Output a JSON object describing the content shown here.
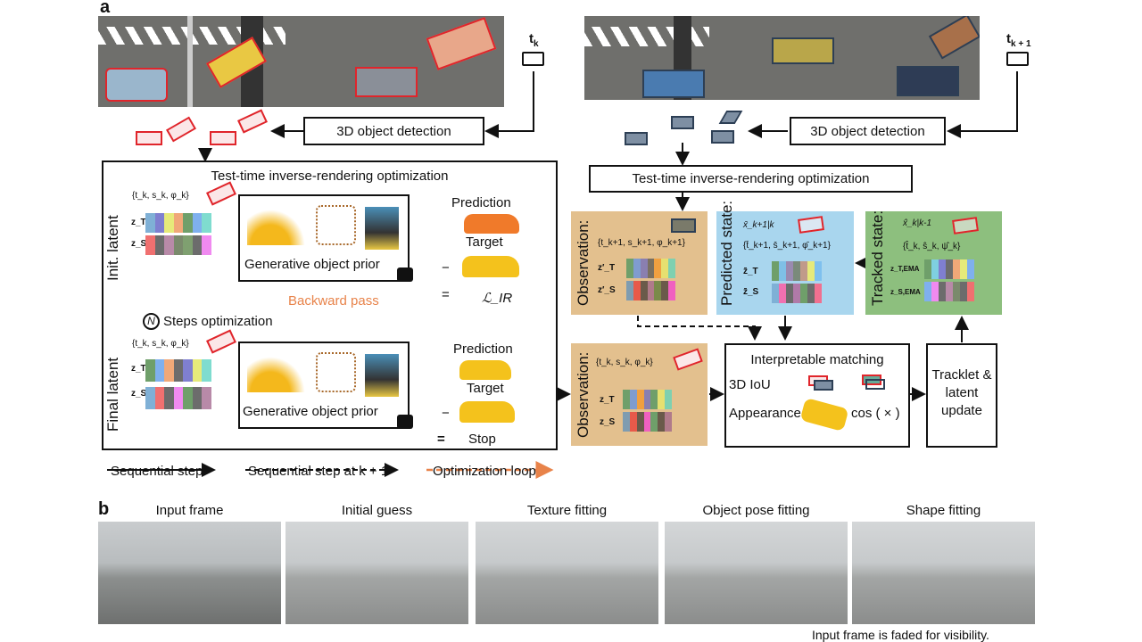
{
  "panel_a": {
    "label": "a",
    "left": {
      "time_label": "t",
      "time_sub": "k",
      "detection": "3D object detection",
      "opt_title": "Test-time inverse-rendering optimization",
      "init_latent": "Init. latent",
      "final_latent": "Final latent",
      "pose_set": "{t_k, s_k, φ_k}",
      "zT": "z_T",
      "zS": "z_S",
      "prior": "Generative object prior",
      "prediction": "Prediction",
      "target": "Target",
      "minus": "−",
      "equals": "=",
      "loss": "ℒ_IR",
      "stop": "Stop",
      "backward": "Backward pass",
      "n": "N",
      "steps": "Steps optimization",
      "init_zT_colors": [
        "#7fb0d6",
        "#7f7fd0",
        "#e6ea7a",
        "#f0a878",
        "#6f9f6a",
        "#7fb0ee",
        "#7fdccf"
      ],
      "init_zS_colors": [
        "#f07070",
        "#6c6c6c",
        "#b88aa8",
        "#7a8a6c",
        "#7fa070",
        "#6c6c6c",
        "#f08af0"
      ],
      "final_zT_colors": [
        "#6f9f6a",
        "#7fb0ee",
        "#f0a878",
        "#6c6c6c",
        "#7f7fd0",
        "#e6ea7a",
        "#7fdccf"
      ],
      "final_zS_colors": [
        "#7fb0d6",
        "#f07070",
        "#6c6c6c",
        "#f08af0",
        "#6f9f6a",
        "#6c6c6c",
        "#b88aa8"
      ]
    },
    "right": {
      "time_label": "t",
      "time_sub": "k + 1",
      "detection": "3D object detection",
      "opt_title": "Test-time inverse-rendering optimization",
      "obs_top": {
        "title": "Observation:",
        "pose": "{t_k+1, s_k+1, φ_k+1}",
        "zT": "z′_T",
        "zS": "z′_S",
        "zT_colors": [
          "#6f9f6a",
          "#7f9ccf",
          "#8a7fb0",
          "#7a7060",
          "#f0a040",
          "#e6e070",
          "#7fd0b0"
        ],
        "zS_colors": [
          "#7f9cb0",
          "#e85a4a",
          "#6a5a4a",
          "#b07a8a",
          "#7a8a4a",
          "#6a5a4a",
          "#f060c0"
        ],
        "color": "#e3c08e"
      },
      "predicted": {
        "title": "Predicted state:",
        "state": "x̄_k+1|k",
        "pose": "{t̄_k+1, s̄_k+1, φ̄_k+1}",
        "zT": "z̄_T",
        "zS": "z̄_S",
        "zT_colors": [
          "#6f9f6a",
          "#7fc0e6",
          "#9a8ab0",
          "#7a8a7a",
          "#c09a8a",
          "#e6ea7a",
          "#7fc0ee"
        ],
        "zS_colors": [
          "#7fb0d6",
          "#f070b0",
          "#6c6c6c",
          "#b07aa8",
          "#6f9f6a",
          "#6c6c6c",
          "#f07090"
        ],
        "color": "#a9d6ee"
      },
      "tracked": {
        "title": "Tracked state:",
        "state": "x̂_k|k-1",
        "pose": "{t̂_k, ŝ_k, ψ̂_k}",
        "zT": "z_T,EMA",
        "zS": "z_S,EMA",
        "zT_colors": [
          "#6f9f6a",
          "#7fd0e0",
          "#7f7fd0",
          "#6c6c6c",
          "#f0a878",
          "#e6ea7a",
          "#7fb0ee"
        ],
        "zS_colors": [
          "#7fb0ee",
          "#f08af0",
          "#6c6c6c",
          "#b88aa8",
          "#7a8a6c",
          "#6c6c6c",
          "#f07070"
        ],
        "color": "#8dbf7e"
      },
      "obs_bottom": {
        "title": "Observation:",
        "pose": "{t_k, s_k, φ_k}",
        "zT": "z_T",
        "zS": "z_S",
        "zT_colors": [
          "#6f9f6a",
          "#7f9ccf",
          "#f0a040",
          "#8a7fb0",
          "#6f9f6a",
          "#e6e070",
          "#7fd0b0"
        ],
        "zS_colors": [
          "#7f9cb0",
          "#e85a4a",
          "#6a5a4a",
          "#f060c0",
          "#6f9f6a",
          "#6a5a4a",
          "#b07a8a"
        ]
      },
      "matching": {
        "title": "Interpretable matching",
        "iou": "3D IoU",
        "appearance": "Appearance",
        "cos": "cos (  ×  )"
      },
      "tracklet": "Tracklet & latent update"
    },
    "legend": {
      "sequential": "Sequential step",
      "sequential_k1": "Sequential step at k + 1",
      "opt_loop": "Optimization loop",
      "opt_color": "#e8834a"
    }
  },
  "panel_b": {
    "label": "b",
    "frames": [
      "Input frame",
      "Initial guess",
      "Texture fitting",
      "Object pose fitting",
      "Shape fitting"
    ],
    "caption": "Input frame is faded for visibility."
  }
}
